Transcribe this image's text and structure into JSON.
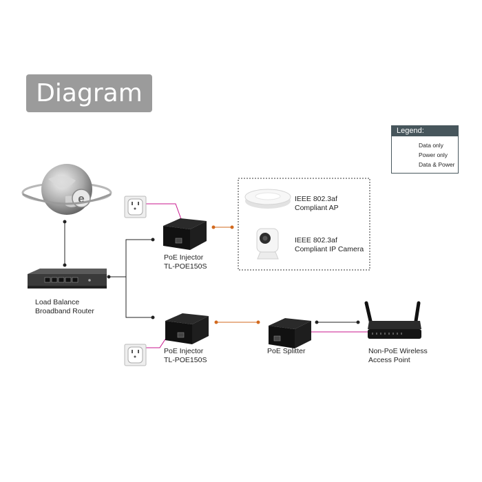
{
  "title": "Diagram",
  "legend": {
    "heading": "Legend:",
    "data_only": "Data only",
    "power_only": "Power only",
    "data_power": "Data & Power"
  },
  "labels": {
    "router": [
      "Load Balance",
      "Broadband Router"
    ],
    "injector_top": [
      "PoE Injector",
      "TL-POE150S"
    ],
    "injector_bottom": [
      "PoE Injector",
      "TL-POE150S"
    ],
    "ap": [
      "IEEE 802.3af",
      "Compliant AP"
    ],
    "camera": [
      "IEEE 802.3af",
      "Compliant IP Camera"
    ],
    "splitter": "PoE Splitter",
    "wireless_ap": [
      "Non-PoE Wireless",
      "Access Point"
    ]
  },
  "colors": {
    "data": "#222222",
    "power": "#c8148c",
    "data_power": "#d2691e",
    "title_bg": "#9b9b9b",
    "legend_head": "#47565c"
  },
  "icons": [
    "globe-icon",
    "router-icon",
    "outlet-icon",
    "poe-injector-icon",
    "ceiling-ap-icon",
    "ip-camera-icon",
    "poe-splitter-icon",
    "wireless-router-icon"
  ]
}
